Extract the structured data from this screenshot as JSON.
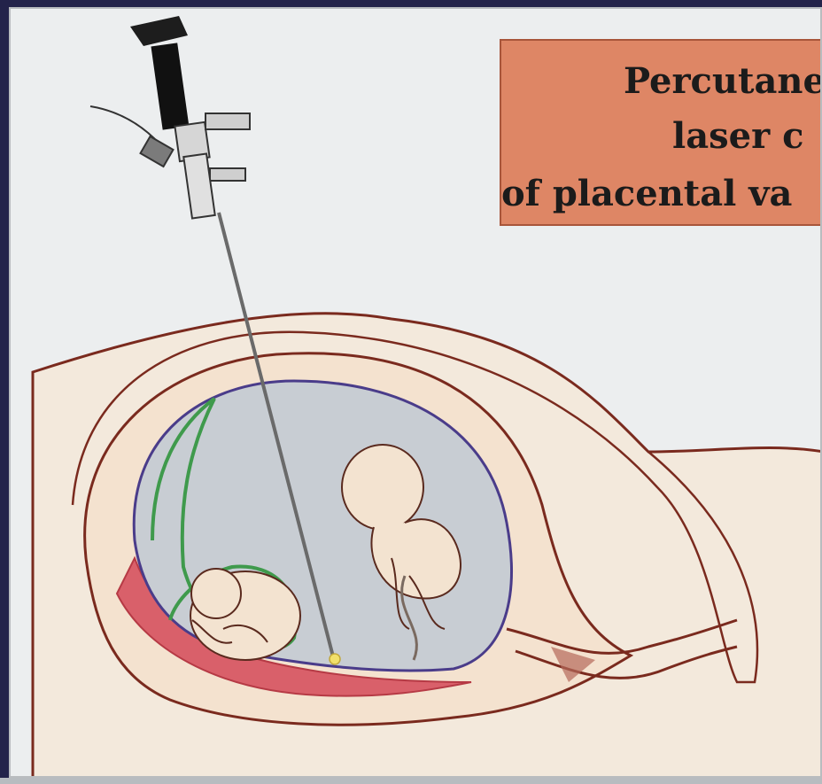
{
  "title": {
    "line1": "Percutane",
    "line2": "laser c",
    "line3": "of placental va"
  },
  "colors": {
    "background_frame": "#23234a",
    "panel": "#eceeef",
    "title_box": "#de8665",
    "abdomen": "#f2e6d8",
    "uterus_outline": "#7a2a1e",
    "amniotic_fluid": "#c9ced3",
    "placenta": "#d9606a",
    "membrane_green": "#3f9a4c",
    "membrane_purple": "#4a3c8a",
    "fetus": "#f4e4d0"
  },
  "icons": [
    "fetoscope-icon",
    "fetus-left-icon",
    "fetus-right-icon",
    "laser-tip-icon"
  ]
}
